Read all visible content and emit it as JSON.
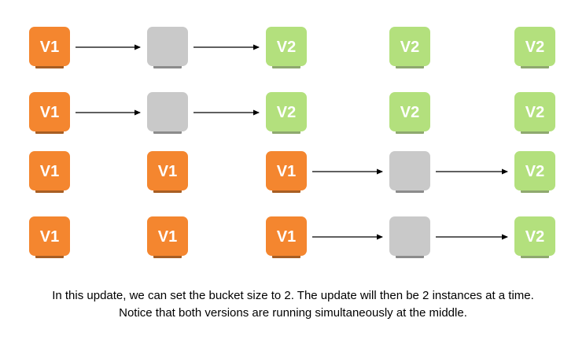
{
  "version_labels": {
    "old": "V1",
    "new": "V2"
  },
  "colors": {
    "old": "#F4862F",
    "old_shadow": "#A85E23",
    "new": "#B3E07D",
    "new_shadow": "#8FA96F",
    "updating": "#C9C9C9",
    "updating_shadow": "#8C8C8C",
    "arrow": "#000000"
  },
  "rows": [
    {
      "instances": [
        "new",
        "new",
        "new"
      ],
      "transition": {
        "from": "old",
        "via": "updating",
        "to": "new"
      }
    },
    {
      "instances": [
        "new",
        "new",
        "new"
      ],
      "transition": {
        "from": "old",
        "via": "updating",
        "to": "new"
      }
    },
    {
      "instances": [
        "old",
        "old",
        "old"
      ],
      "transition": {
        "from": "old",
        "via": "updating",
        "to": "new"
      }
    },
    {
      "instances": [
        "old",
        "old",
        "old"
      ],
      "transition": {
        "from": "old",
        "via": "updating",
        "to": "new"
      }
    }
  ],
  "caption": {
    "line1": "In this update, we can set the bucket size to 2. The update will then be 2 instances at a time.",
    "line2": "Notice that both versions are running simultaneously at the middle."
  }
}
